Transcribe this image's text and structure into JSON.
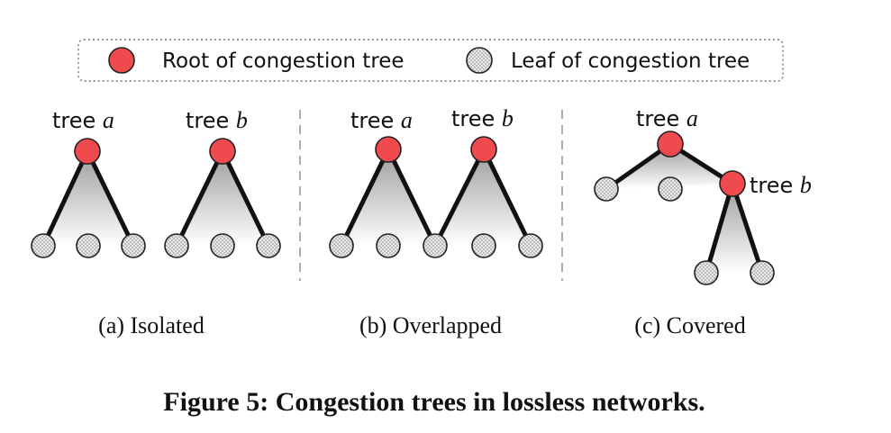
{
  "legend": {
    "root_label": "Root of congestion tree",
    "leaf_label": "Leaf of congestion tree"
  },
  "tree_word": "tree",
  "tree_a_var": "a",
  "tree_b_var": "b",
  "panels": [
    {
      "id": "a",
      "caption": "(a) Isolated"
    },
    {
      "id": "b",
      "caption": "(b) Overlapped"
    },
    {
      "id": "c",
      "caption": "(c) Covered"
    }
  ],
  "figure_caption": "Figure 5: Congestion trees in lossless networks.",
  "colors": {
    "root_fill": "#ef4b4f",
    "leaf_fill": "#e6e6e6",
    "edge": "#111111",
    "legend_border": "#777777"
  }
}
